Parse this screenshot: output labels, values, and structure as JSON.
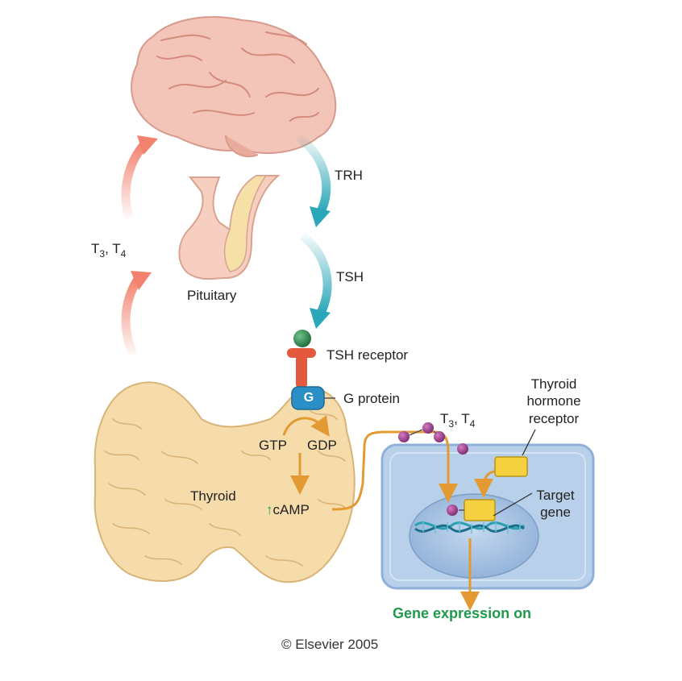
{
  "labels": {
    "trh": "TRH",
    "tsh": "TSH",
    "pituitary": "Pituitary",
    "tsh_receptor": "TSH receptor",
    "g_protein": "G protein",
    "g_symbol": "G",
    "gtp": "GTP",
    "gdp": "GDP",
    "thyroid": "Thyroid",
    "camp": "cAMP",
    "camp_up": "↑",
    "t3_left": {
      "base": "T",
      "sub": "3",
      "sep": ", ",
      "base2": "T",
      "sub2": "4"
    },
    "t3_right": {
      "base": "T",
      "sub": "3",
      "sep": ", ",
      "base2": "T",
      "sub2": "4"
    },
    "thyroid_hormone_receptor": [
      "Thyroid",
      "hormone",
      "receptor"
    ],
    "target_gene": [
      "Target",
      "gene"
    ],
    "gene_expression": "Gene expression on",
    "copyright": "© Elsevier 2005"
  },
  "colors": {
    "brain": "#f3c4b8",
    "pituitary": "#f6cfc0",
    "thyroid": "#f5dcaa",
    "feedback_arrow": "#f2826e",
    "stimulus_arrow": "#2aa7b8",
    "signal_path": "#e39a33",
    "receptor": "#e4593d",
    "g_protein": "#2a8fc4",
    "hormone_molecule": "#9b3f8c",
    "cell": "#b9d0ea",
    "nucleus": "#9ab8dc",
    "gene_box": "#f5d13f",
    "gene_expression_text": "#1f9a4a"
  },
  "icons": [
    "brain-icon",
    "pituitary-icon",
    "thyroid-gland-icon",
    "tsh-receptor-icon",
    "g-protein-icon",
    "target-cell-icon",
    "dna-icon"
  ]
}
